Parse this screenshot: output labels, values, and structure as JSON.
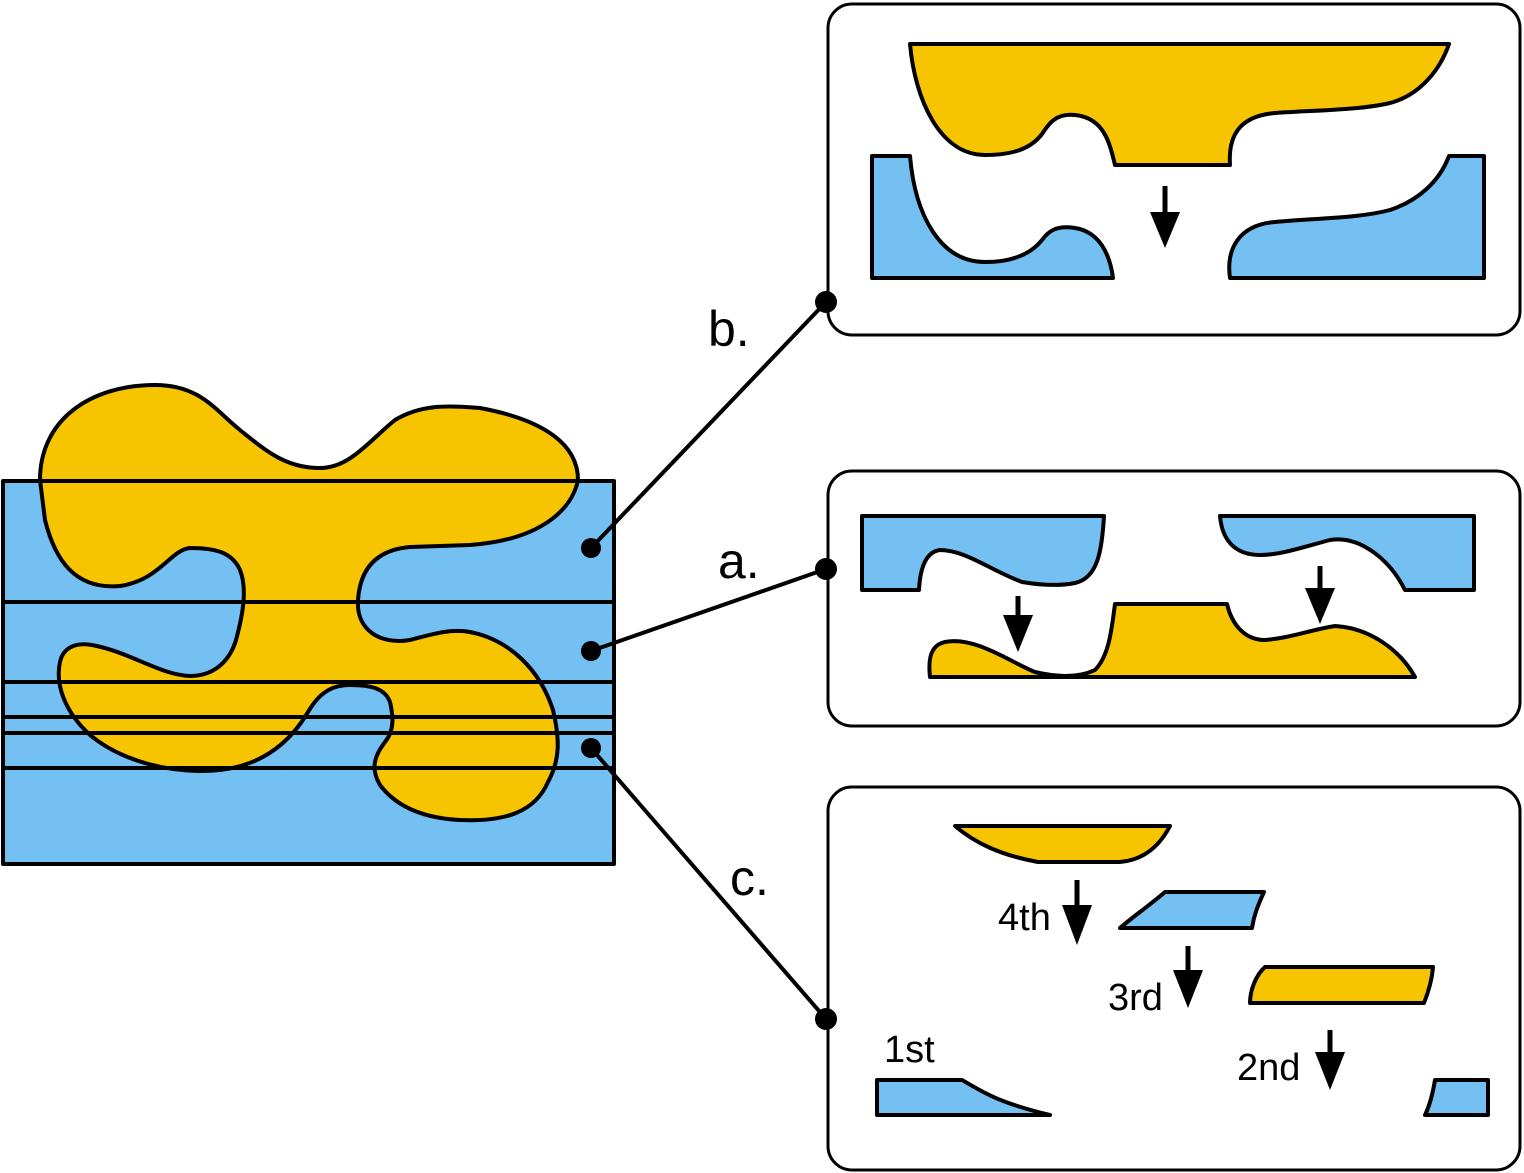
{
  "labels": {
    "b": "b.",
    "a": "a.",
    "c": "c."
  },
  "order": {
    "first": "1st",
    "second": "2nd",
    "third": "3rd",
    "fourth": "4th"
  },
  "colors": {
    "blue": "#74C0F2",
    "yellow": "#F7C500",
    "stroke": "#000000",
    "background": "#FFFFFF"
  }
}
